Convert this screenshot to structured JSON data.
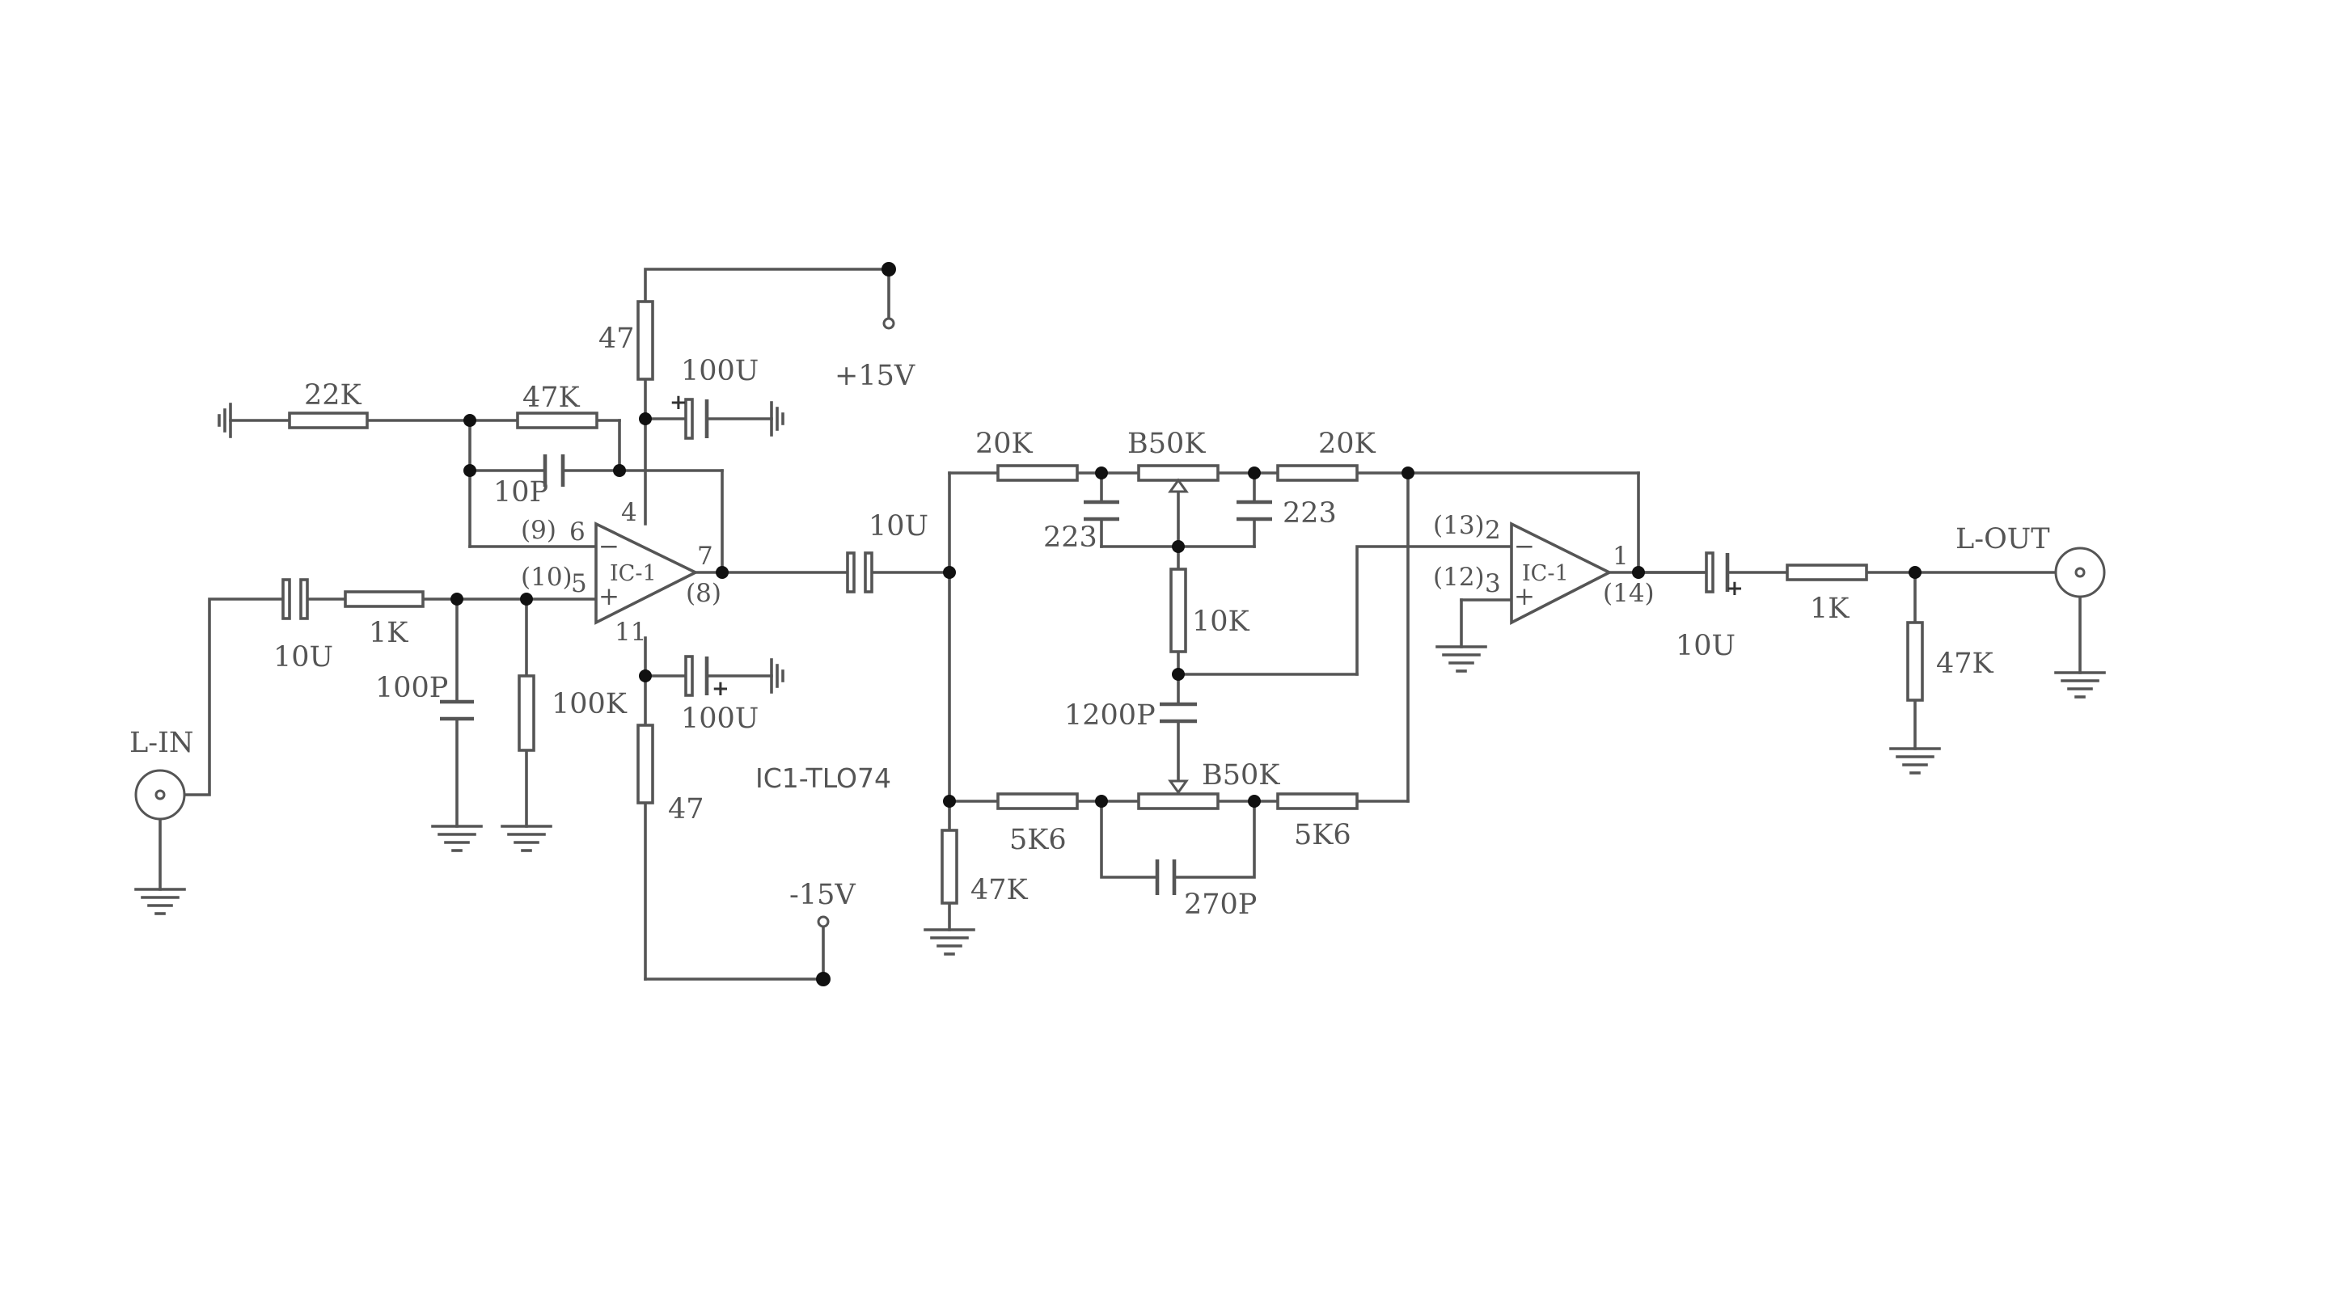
{
  "diagram": {
    "ic_note": "IC1-TLO74",
    "supply": {
      "positive": "+15V",
      "negative": "-15V"
    },
    "connectors": {
      "input": "L-IN",
      "output": "L-OUT"
    },
    "opamp1": {
      "name": "IC-1",
      "pin_inverting": "6",
      "pin_noninverting": "5",
      "pin_output": "7",
      "pin_vplus": "4",
      "pin_vminus": "11",
      "alt_inverting": "(9)",
      "alt_noninverting": "(10)",
      "alt_output": "(8)",
      "minus_sign": "−",
      "plus_sign": "+"
    },
    "opamp2": {
      "name": "IC-1",
      "pin_inverting": "2",
      "pin_noninverting": "3",
      "pin_output": "1",
      "alt_inverting": "(13)",
      "alt_noninverting": "(12)",
      "alt_output": "(14)",
      "minus_sign": "−",
      "plus_sign": "+"
    },
    "components": {
      "r_feedback_in": "22K",
      "r_feedback": "47K",
      "c_feedback": "10P",
      "c_input": "10U",
      "r_input": "1K",
      "c_input_shunt": "100P",
      "r_bias": "100K",
      "r_supply_top": "47",
      "c_supply_top": "100U",
      "r_supply_bottom": "47",
      "c_supply_bottom": "100U",
      "c_coupling": "10U",
      "r_bass_left": "20K",
      "pot_bass": "B50K",
      "r_bass_right": "20K",
      "c_bass_left": "223",
      "c_bass_right": "223",
      "r_mid": "10K",
      "c_mid": "1200P",
      "r_treble_left": "5K6",
      "pot_treble": "B50K",
      "r_treble_right": "5K6",
      "c_treble": "270P",
      "r_tone_ground": "47K",
      "c_output": "10U",
      "r_output": "1K",
      "r_output_load": "47K",
      "polarity_plus": "+"
    }
  }
}
